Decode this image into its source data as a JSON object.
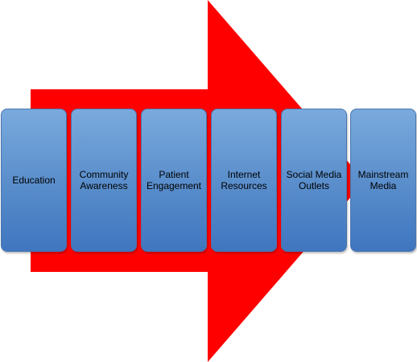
{
  "diagram": {
    "arrow_color": "#ff0000",
    "box_color": "#5b8fcc",
    "steps": [
      {
        "label": "Education"
      },
      {
        "label": "Community\nAwareness"
      },
      {
        "label": "Patient\nEngagement"
      },
      {
        "label": "Internet\nResources"
      },
      {
        "label": "Social Media\nOutlets"
      },
      {
        "label": "Mainstream\nMedia"
      }
    ]
  }
}
